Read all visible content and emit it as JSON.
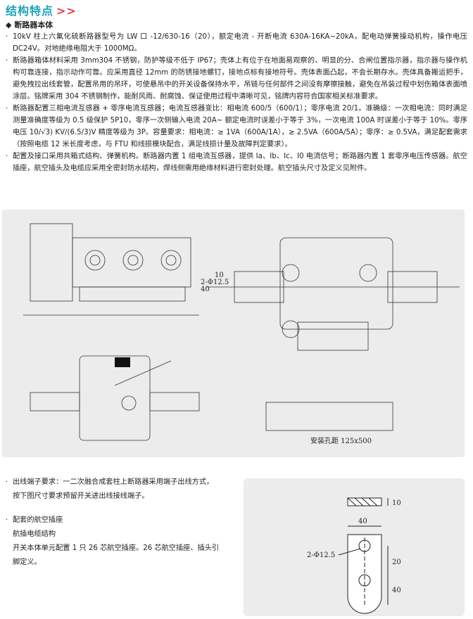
{
  "header": {
    "title": "结构特点",
    "arrows": ">>"
  },
  "section": {
    "marker": "◆",
    "label": "断路器本体"
  },
  "specs": [
    "10kV 柱上六氟化硫断路器型号为 LW 口 -12/630-16（20），额定电流 - 开断电流  630A-16KA~20kA，配电动弹簧操动机构，操作电压 DC24V。对地绝缘电阻大于 1000MΩ。",
    "断路器箱体材料采用 3mm304 不锈钢，防护等级不低于 IP67；壳体上有位于在地面易观察的、明显的分、合闸位置指示器，指示器与操作机构可靠连接，指示动作可靠。应采用直径 12mm 的防锈接地螺钉，接地点标有接地符号。壳体表面凸起，不会长期存水。壳体具备搬运把手，避免拽拉出线套管，配置吊用的吊环，可使悬吊中的开关设备保持水平，吊链与任何部件之间没有摩擦接触，避免在吊装过程中划伤箱体表面喷涂层。铭牌采用 304 不锈钢制作，能耐风雨、耐腐蚀、保证使用过程中清晰可见，铭牌内容符合国家相关标准要求。",
    "断路器配置三相电流互感器 + 零序电流互感器；电流互感器变比：相电流 600/5（600/1）；零序电流 20/1。准确级：一次相电流：同时满足测量准确度等级为 0.5 级保护 5P10，零序一次侧输入电流 20A~ 额定电流时误差小于等于 3%，一次电流 100A 时误差小于等于 10%。零序电压 10/√3) KV/(6.5/3)V 精度等级为 3P。容量要求：相电流：≥ 1VA（600A/1A），≥ 2.5VA（600A/5A）；零序：≥ 0.5VA，满足配套需求（按照电缆 12 米长度考虑，与 FTU 和线损模块配合，满足线损计量及故障判定要求）。",
    "配置及接口采用共箱式结构、弹簧机构。断路器内置 1 组电流互感器，提供 Ia、Ib、Ic、I0 电流信号；断路器内置 1 套零序电压传感器。航空插座，航空插头及电缆应采用全密封防水结构，焊线侧需用绝缘材料进行密封处理。航空插头尺寸及定义见附件。"
  ],
  "drawing": {
    "dim_label": "2-Φ12.5",
    "dim_value": "10",
    "side_dim": "40",
    "install_label": "安装孔距  125x500"
  },
  "bottom": {
    "outlet_title": "出线端子要求：一二次融合成套柱上断路器采用端子出线方式，",
    "outlet_desc": "按下图尺寸要求预留开关进出线接线端子。",
    "plug_title": "配套的航空插座",
    "plug_sub": "航插电缆结构",
    "plug_desc1": "开关本体单元配置 1 只 26 芯航空插座。26 芯航空插座、插头引",
    "plug_desc2": "脚定义。"
  },
  "terminal_figure": {
    "dim_thickness": "10",
    "dim_width": "40",
    "dim_hole_spacing": "20",
    "dim_lower": "40",
    "hole_label": "2-Φ12.5"
  }
}
